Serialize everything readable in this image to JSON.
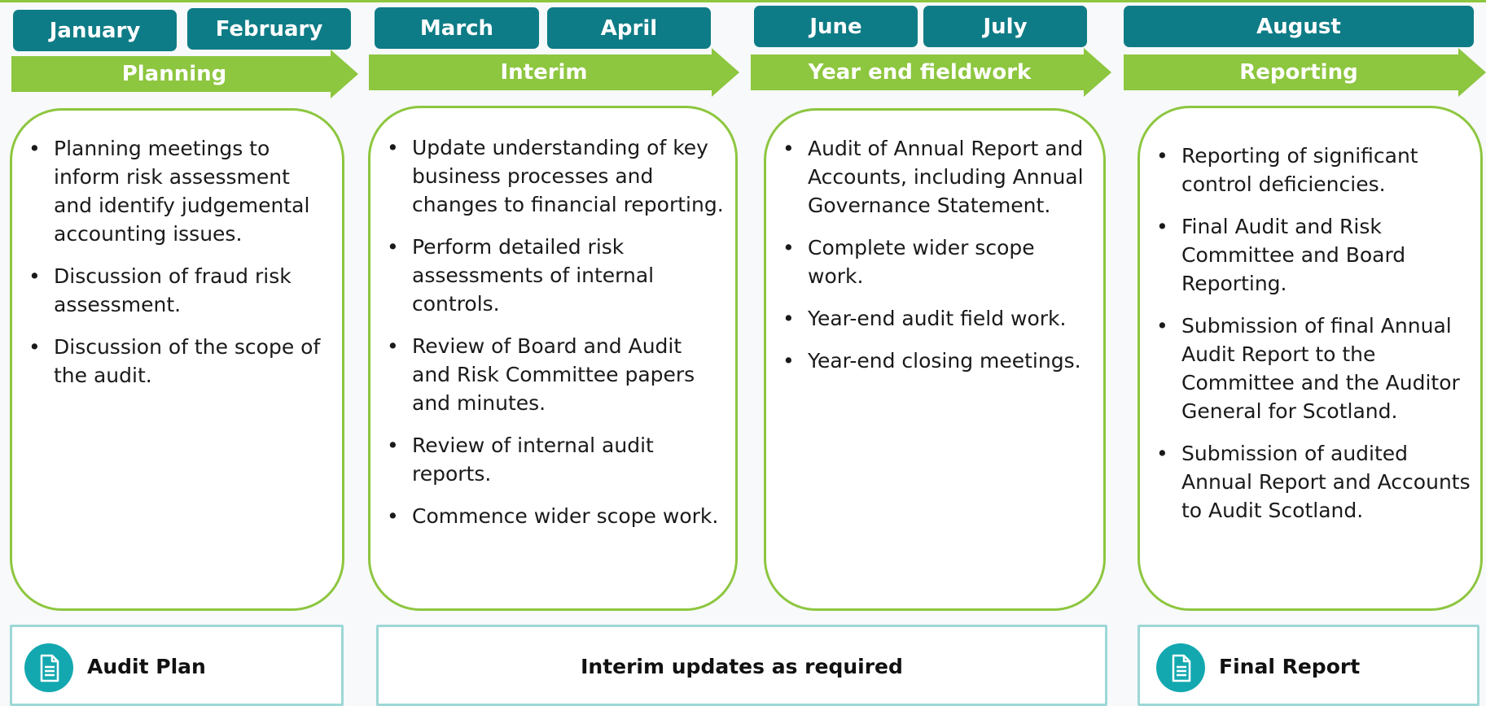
{
  "colors": {
    "teal": "#0e7c86",
    "green": "#8dc63f",
    "icon_teal": "#13a8b0",
    "bottom_border": "#9dd7d7"
  },
  "months": [
    "January",
    "February",
    "March",
    "April",
    "June",
    "July",
    "August"
  ],
  "phases": [
    "Planning",
    "Interim",
    "Year end fieldwork",
    "Reporting"
  ],
  "cards": [
    {
      "items": [
        "Planning meetings to inform risk assessment and identify judgemental accounting issues.",
        "Discussion of fraud risk assessment.",
        "Discussion of the scope of the audit."
      ]
    },
    {
      "items": [
        "Update understanding of key business processes and changes to financial reporting.",
        "Perform detailed risk assessments of internal controls.",
        "Review of Board and Audit and Risk Committee papers and minutes.",
        "Review of internal audit reports.",
        "Commence wider scope work."
      ]
    },
    {
      "items": [
        "Audit of Annual Report and Accounts, including Annual Governance Statement.",
        "Complete wider scope work.",
        "Year-end audit field work.",
        "Year-end closing meetings."
      ]
    },
    {
      "items": [
        "Reporting of significant control deficiencies.",
        "Final Audit and Risk Committee and Board Reporting.",
        "Submission of final Annual Audit Report to the Committee and the Auditor General for Scotland.",
        "Submission of audited Annual Report and Accounts to Audit Scotland."
      ]
    }
  ],
  "deliverables": [
    "Audit Plan",
    "Interim updates as required",
    "Final Report"
  ],
  "icons": {
    "document": "document-icon"
  }
}
